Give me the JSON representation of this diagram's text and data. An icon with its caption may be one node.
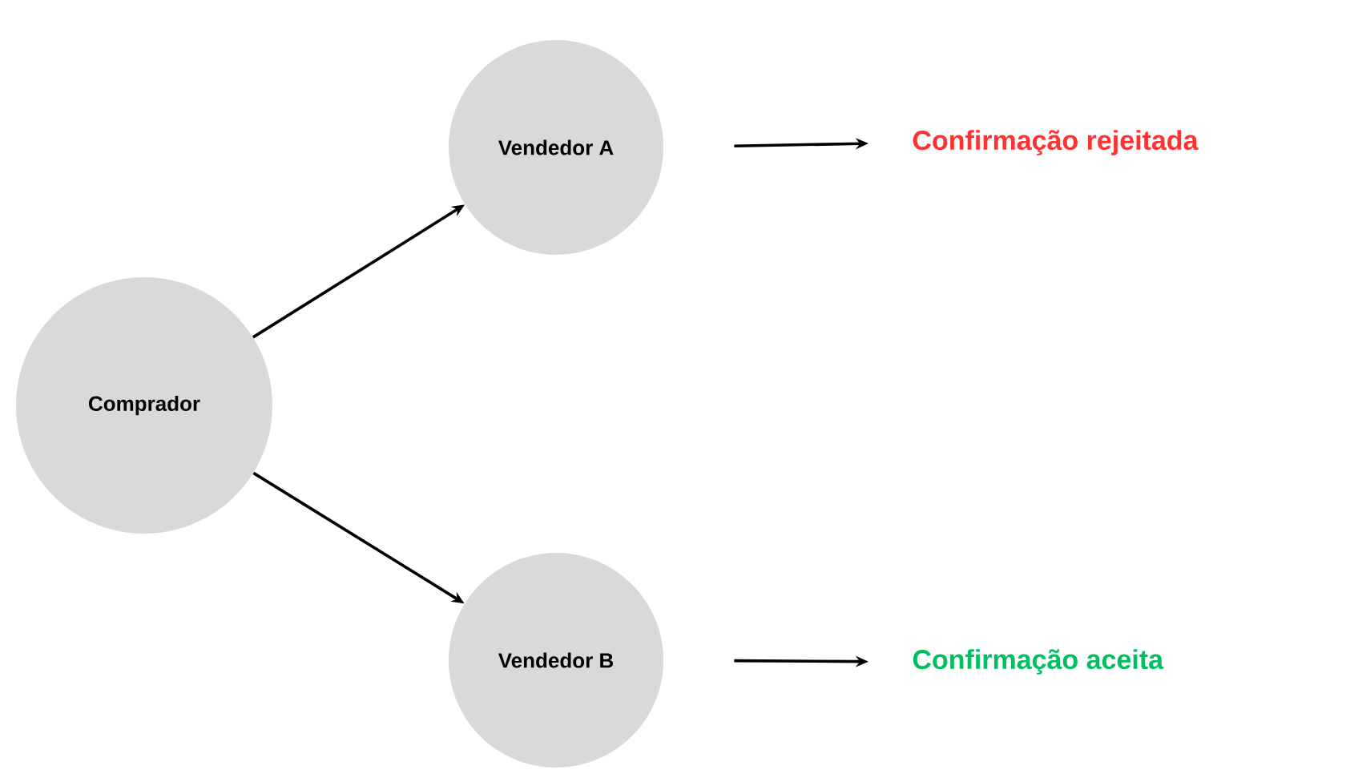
{
  "diagram": {
    "nodes": [
      {
        "text": [
          "Comprador"
        ]
      },
      {
        "text": [
          "Vendedor A"
        ]
      },
      {
        "text": [
          "Vendedor B"
        ]
      },
      {
        "text": [
          "Confirmação rejeitada"
        ]
      },
      {
        "text": [
          "Confirmação aceita"
        ]
      }
    ],
    "edges": [
      {
        "from": 0,
        "to": 1,
        "arrow": "to"
      },
      {
        "from": 0,
        "to": 2,
        "arrow": "to"
      },
      {
        "from": 1,
        "to": 3,
        "arrow": "to"
      },
      {
        "from": 2,
        "to": 4,
        "arrow": "to"
      }
    ]
  }
}
